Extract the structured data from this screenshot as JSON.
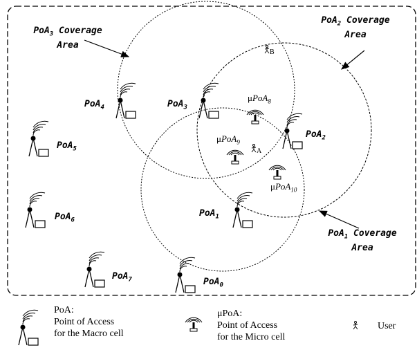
{
  "coverage_labels": {
    "poa3_line1": "PoA",
    "poa3_sub": "3",
    "poa3_line1_rest": " Coverage",
    "poa3_line2": "Area",
    "poa2_line1": "PoA",
    "poa2_sub": "2",
    "poa2_line1_rest": " Coverage",
    "poa2_line2": "Area",
    "poa1_line1": "PoA",
    "poa1_sub": "1",
    "poa1_line1_rest": " Coverage",
    "poa1_line2": "Area"
  },
  "macro_poas": [
    {
      "id": "poa4",
      "name": "PoA",
      "sub": "4"
    },
    {
      "id": "poa3",
      "name": "PoA",
      "sub": "3"
    },
    {
      "id": "poa2",
      "name": "PoA",
      "sub": "2"
    },
    {
      "id": "poa5",
      "name": "PoA",
      "sub": "5"
    },
    {
      "id": "poa6",
      "name": "PoA",
      "sub": "6"
    },
    {
      "id": "poa1",
      "name": "PoA",
      "sub": "1"
    },
    {
      "id": "poa7",
      "name": "PoA",
      "sub": "7"
    },
    {
      "id": "poa0",
      "name": "PoA",
      "sub": "0"
    }
  ],
  "micro_poas": [
    {
      "id": "upoa8",
      "prefix": "μ",
      "name": "PoA",
      "sub": "8"
    },
    {
      "id": "upoa9",
      "prefix": "μ",
      "name": "PoA",
      "sub": "9"
    },
    {
      "id": "upoa10",
      "prefix": "μ",
      "name": "PoA",
      "sub": "10"
    }
  ],
  "users": [
    {
      "id": "user-b",
      "sub": "B"
    },
    {
      "id": "user-a",
      "sub": "A"
    }
  ],
  "legend": {
    "macro_title": "PoA:",
    "macro_line2": "Point of Access",
    "macro_line3": "for the Macro cell",
    "micro_title": "μPoA:",
    "micro_line2": "Point of Access",
    "micro_line3": "for the Micro cell",
    "user_label": "User"
  }
}
